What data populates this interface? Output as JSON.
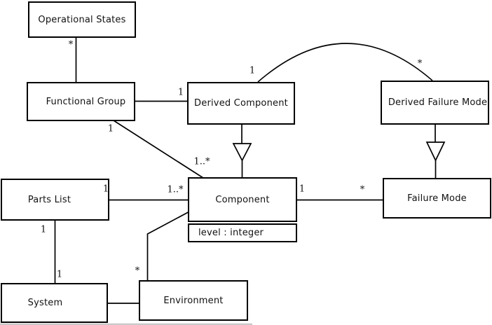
{
  "diagram": {
    "kind": "uml-class-diagram",
    "background_color": "#ffffff",
    "line_color": "#000000",
    "text_color": "#111111"
  },
  "nodes": {
    "operational_states": {
      "label": "Operational States"
    },
    "functional_group": {
      "label": "Functional Group"
    },
    "derived_component": {
      "label": "Derived Component"
    },
    "derived_failure_mode": {
      "label": "Derived Failure Mode"
    },
    "parts_list": {
      "label": "Parts List"
    },
    "component": {
      "label": "Component",
      "attributes": [
        "level : integer"
      ]
    },
    "failure_mode": {
      "label": "Failure Mode"
    },
    "system": {
      "label": "System"
    },
    "environment": {
      "label": "Environment"
    }
  },
  "edges": [
    {
      "from": "Operational States",
      "to": "Functional Group",
      "type": "association",
      "from_label": "*"
    },
    {
      "from": "Functional Group",
      "to": "Derived Component",
      "type": "association",
      "to_label": "1"
    },
    {
      "from": "Functional Group",
      "to": "Component",
      "type": "association",
      "from_label": "1",
      "to_label": "1..*"
    },
    {
      "from": "Derived Component",
      "to": "Derived Failure Mode",
      "type": "association",
      "style": "arc",
      "from_label": "1",
      "to_label": "*"
    },
    {
      "from": "Derived Component",
      "to": "Component",
      "type": "generalization"
    },
    {
      "from": "Derived Failure Mode",
      "to": "Failure Mode",
      "type": "generalization"
    },
    {
      "from": "Parts List",
      "to": "Component",
      "type": "association",
      "from_label": "1",
      "to_label": "1..*"
    },
    {
      "from": "Component",
      "to": "Failure Mode",
      "type": "association",
      "from_label": "1",
      "to_label": "*"
    },
    {
      "from": "Parts List",
      "to": "System",
      "type": "association",
      "from_label": "1",
      "to_label": "1"
    },
    {
      "from": "System",
      "to": "Environment",
      "type": "association"
    },
    {
      "from": "Environment",
      "to": "Component",
      "type": "association",
      "from_label": "*"
    }
  ]
}
